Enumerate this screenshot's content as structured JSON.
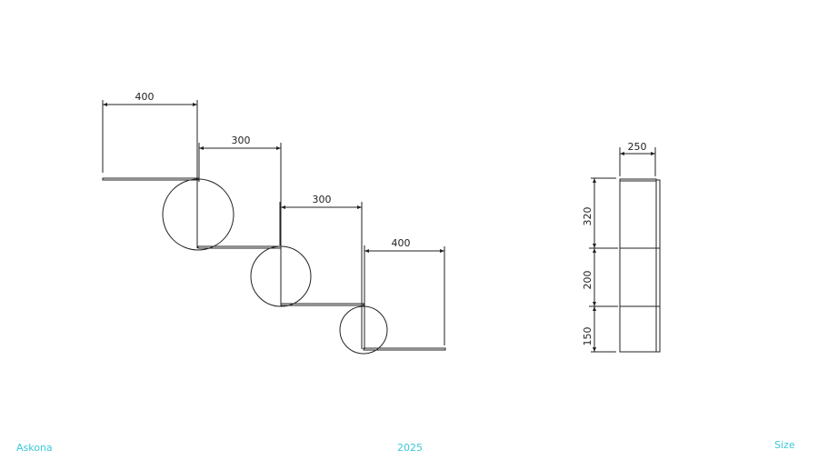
{
  "drawing": {
    "front_view": {
      "dimensions": [
        "400",
        "300",
        "300",
        "400"
      ]
    },
    "side_view": {
      "width": "250",
      "heights": [
        "320",
        "200",
        "150"
      ]
    }
  },
  "footer": {
    "brand": "Askona",
    "year": "2025",
    "label": "Size"
  },
  "colors": {
    "footer_text": "#3cc8d8",
    "line": "#222222"
  }
}
